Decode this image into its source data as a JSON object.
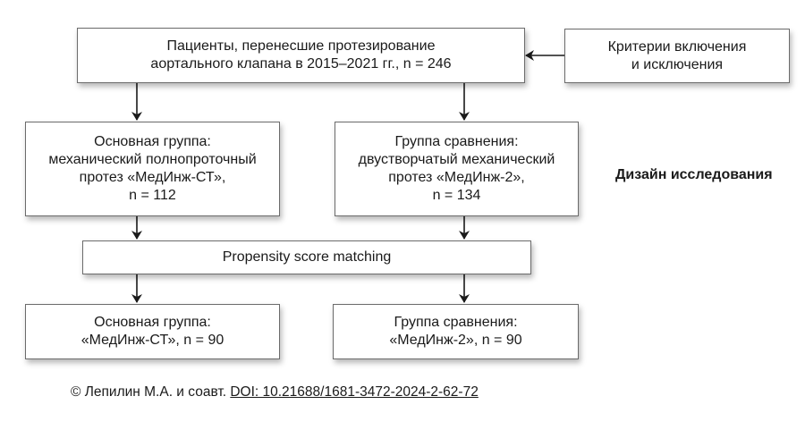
{
  "diagram": {
    "title": "Дизайн исследования",
    "nodes": {
      "patients": {
        "lines": [
          "Пациенты, перенесшие протезирование",
          "аортального клапана в 2015–2021 гг., n = 246"
        ]
      },
      "criteria": {
        "lines": [
          "Критерии включения",
          "и исключения"
        ]
      },
      "main_group_initial": {
        "lines": [
          "Основная группа:",
          "механический полнопроточный",
          "протез «МедИнж-СТ»,",
          "n = 112"
        ]
      },
      "comparison_group_initial": {
        "lines": [
          "Группа сравнения:",
          "двустворчатый механический",
          "протез «МедИнж-2»,",
          "n = 134"
        ]
      },
      "psm": {
        "lines": [
          "Propensity score matching"
        ]
      },
      "main_group_matched": {
        "lines": [
          "Основная группа:",
          "«МедИнж-СТ», n = 90"
        ]
      },
      "comparison_group_matched": {
        "lines": [
          "Группа сравнения:",
          "«МедИнж-2», n = 90"
        ]
      }
    },
    "edges": [
      {
        "from": "criteria",
        "to": "patients"
      },
      {
        "from": "patients",
        "to": "main_group_initial"
      },
      {
        "from": "patients",
        "to": "comparison_group_initial"
      },
      {
        "from": "main_group_initial",
        "to": "psm"
      },
      {
        "from": "comparison_group_initial",
        "to": "psm"
      },
      {
        "from": "psm",
        "to": "main_group_matched"
      },
      {
        "from": "psm",
        "to": "comparison_group_matched"
      }
    ]
  },
  "footer": {
    "copyright": "© Лепилин М.А. и соавт.",
    "doi": "DOI: 10.21688/1681-3472-2024-2-62-72"
  },
  "colors": {
    "border": "#6b6b6b",
    "arrow": "#1a1a1a",
    "text": "#1a1a1a"
  }
}
